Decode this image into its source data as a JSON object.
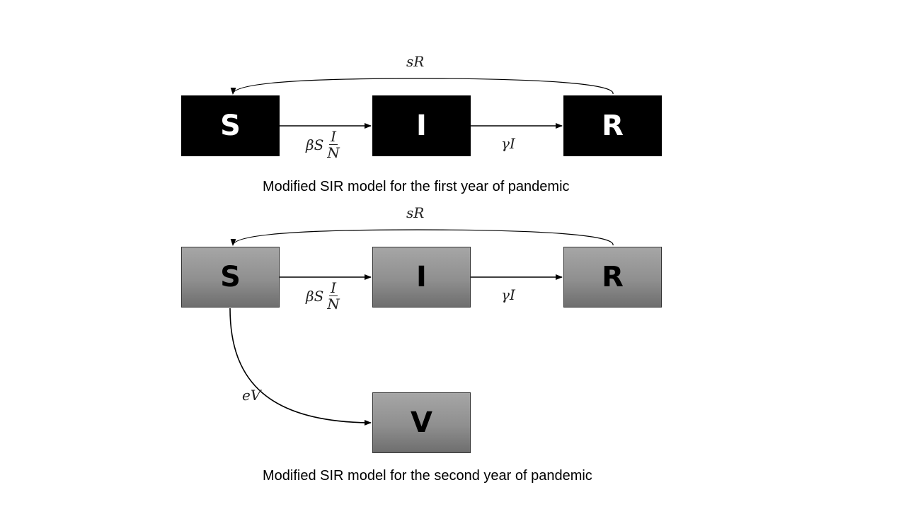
{
  "diagram_top": {
    "nodes": {
      "s": "S",
      "i": "I",
      "r": "R"
    },
    "edges": {
      "s_to_i": {
        "lead": "βS",
        "num": "I",
        "den": "N"
      },
      "i_to_r": "γI",
      "r_to_s": "sR"
    },
    "caption": "Modified SIR model for the first year of pandemic",
    "fill": "#000000"
  },
  "diagram_bottom": {
    "nodes": {
      "s": "S",
      "i": "I",
      "r": "R",
      "v": "V"
    },
    "edges": {
      "s_to_i": {
        "lead": "βS",
        "num": "I",
        "den": "N"
      },
      "i_to_r": "γI",
      "r_to_s": "sR",
      "s_to_v": "eV"
    },
    "caption": "Modified SIR model for the second year of pandemic",
    "fill": "#8f8f8f"
  }
}
